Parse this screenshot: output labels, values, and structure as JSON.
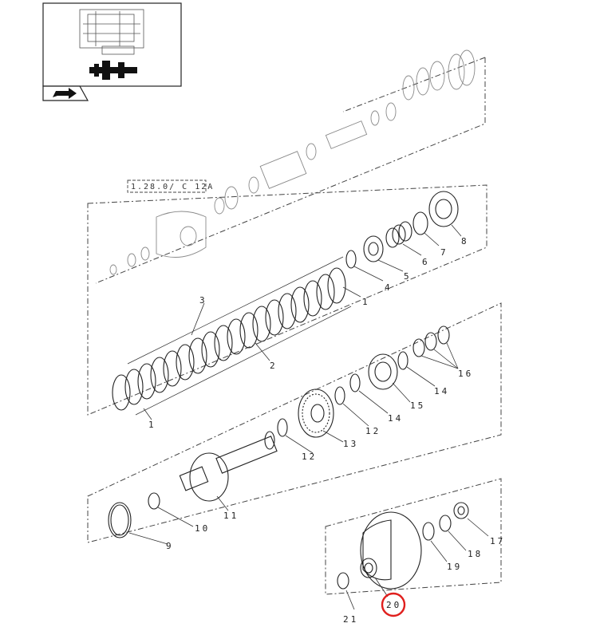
{
  "reference": "1.28.0/ C 12A",
  "highlighted_callout": "20",
  "highlight_color": "#e0201e",
  "callouts": {
    "c1a": "1",
    "c1b": "1",
    "c2": "2",
    "c3": "3",
    "c4": "4",
    "c5": "5",
    "c6": "6",
    "c7": "7",
    "c8": "8",
    "c9": "9",
    "c10": "10",
    "c11": "11",
    "c12a": "12",
    "c12b": "12",
    "c13": "13",
    "c14a": "14",
    "c14b": "14",
    "c15": "15",
    "c16": "16",
    "c17": "17",
    "c18": "18",
    "c19": "19",
    "c20": "20",
    "c21": "21"
  },
  "icons": {
    "nav_arrow": "arrow-back-icon",
    "thumbnail": "transmission-thumbnail"
  }
}
